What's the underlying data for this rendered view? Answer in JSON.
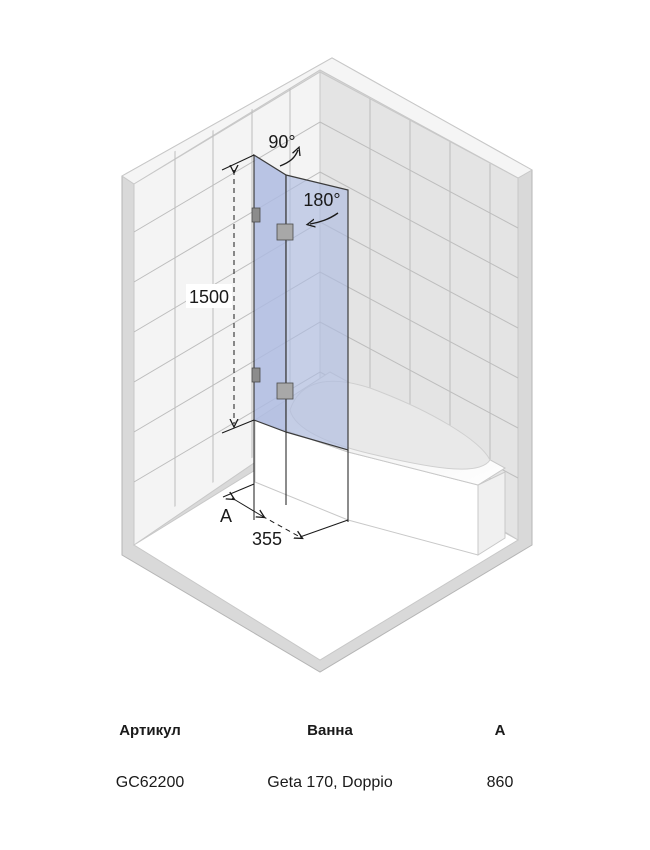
{
  "diagram": {
    "dimensions": {
      "height_label": "1500",
      "depth_label": "355",
      "a_label": "A"
    },
    "angles": {
      "first_swing": "90°",
      "second_swing": "180°"
    },
    "colors": {
      "glass": "#aebbe0",
      "tile_grout": "#b9b9b9",
      "wall_light": "#f2f2f2",
      "wall_dark": "#c8c8c8"
    }
  },
  "table": {
    "headers": [
      "Артикул",
      "Ванна",
      "A"
    ],
    "row": [
      "GC62200",
      "Geta 170, Doppio",
      "860"
    ]
  }
}
